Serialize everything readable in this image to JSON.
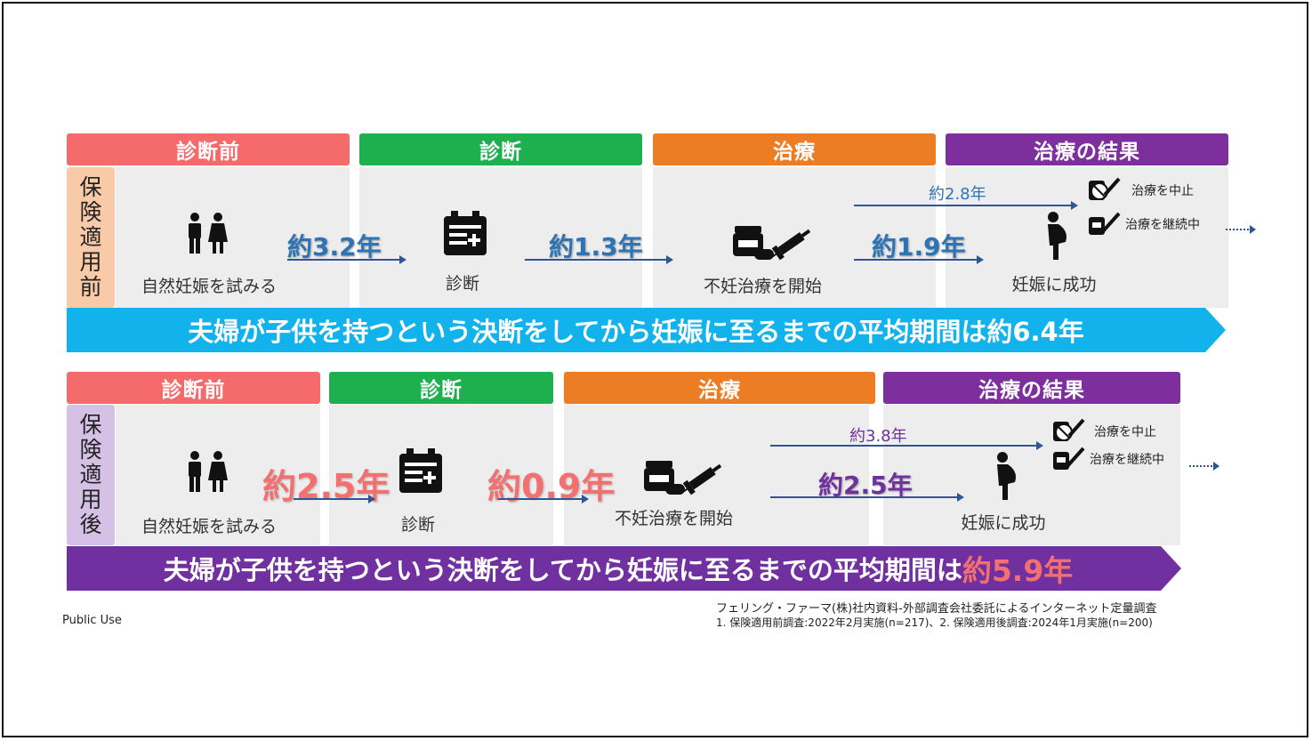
{
  "colors": {
    "pre": "#f56b6b",
    "diag": "#1eb04e",
    "treat": "#ed7d25",
    "result": "#7d2f9e",
    "banner_before": "#12b2ec",
    "banner_after": "#7030a0",
    "side_before": "#f9caa8",
    "side_after": "#d6c1e6",
    "highlight": "#f27070"
  },
  "stages": [
    "診断前",
    "診断",
    "治療",
    "治療の結果"
  ],
  "before": {
    "side_label": [
      "保",
      "険",
      "適",
      "用",
      "前"
    ],
    "steps": [
      "自然妊娠を試みる",
      "診断",
      "不妊治療を開始",
      "妊娠に成功"
    ],
    "durations": [
      "約3.2年",
      "約1.3年",
      "約1.9年"
    ],
    "upper_duration": "約2.8年",
    "outcomes": [
      "治療を中止",
      "治療を継続中"
    ],
    "banner": "夫婦が子供を持つという決断をしてから妊娠に至るまでの平均期間は約6.4年"
  },
  "after": {
    "side_label": [
      "保",
      "険",
      "適",
      "用",
      "後"
    ],
    "steps": [
      "自然妊娠を試みる",
      "診断",
      "不妊治療を開始",
      "妊娠に成功"
    ],
    "durations": [
      "約2.5年",
      "約0.9年",
      "約2.5年"
    ],
    "upper_duration": "約3.8年",
    "outcomes": [
      "治療を中止",
      "治療を継続中"
    ],
    "banner_main": "夫婦が子供を持つという決断をしてから妊娠に至るまでの平均期間は",
    "banner_highlight": "約5.9年"
  },
  "footer": {
    "public_use": "Public Use",
    "source": "フェリング・ファーマ(株)社内資料-外部調査会社委託によるインターネット定量調査",
    "note": "1. 保険適用前調査:2022年2月実施(n=217)、2. 保険適用後調査:2024年1月実施(n=200)"
  }
}
